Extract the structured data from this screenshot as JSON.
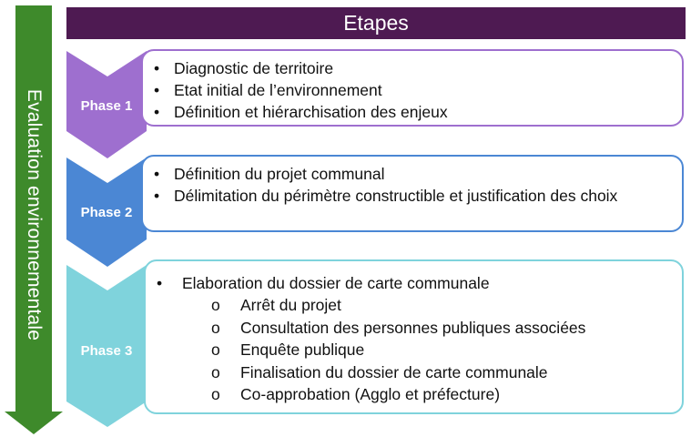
{
  "side_label": "Evaluation environnementale",
  "header": {
    "title": "Etapes"
  },
  "colors": {
    "header_bg": "#4e1a52",
    "arrow_green": "#3e8a2b",
    "phase1": "#9e6fcf",
    "phase2": "#4b87d4",
    "phase3": "#7fd3dc"
  },
  "phases": [
    {
      "label": "Phase 1",
      "items": [
        "Diagnostic de territoire",
        "Etat initial de l’environnement",
        "Définition et hiérarchisation des enjeux"
      ]
    },
    {
      "label": "Phase 2",
      "items": [
        "Définition du projet communal",
        "Délimitation du périmètre constructible et justification des choix"
      ]
    },
    {
      "label": "Phase 3",
      "items": [
        "Elaboration du dossier de carte communale"
      ],
      "subitem_marker": "o",
      "subitems": [
        "Arrêt du projet",
        "Consultation des personnes publiques associées",
        "Enquête publique",
        "Finalisation du dossier de carte communale",
        "Co-approbation (Agglo et préfecture)"
      ]
    }
  ]
}
